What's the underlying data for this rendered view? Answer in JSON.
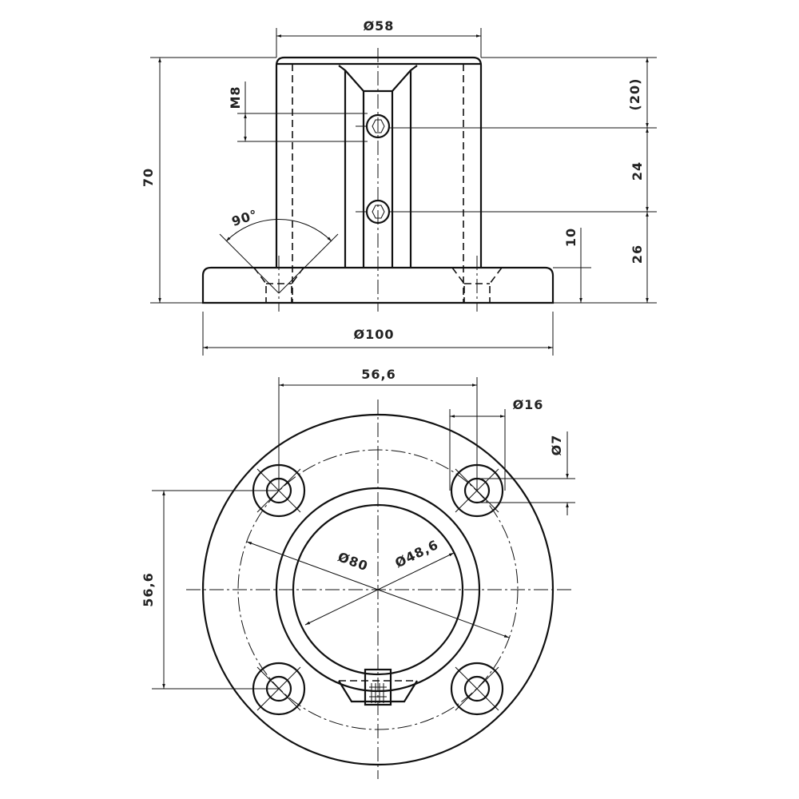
{
  "drawing": {
    "front_view": {
      "dim_tube_diameter": "Ø58",
      "dim_height": "70",
      "dim_thread": "M8",
      "dim_angle": "90°",
      "dim_top_offset": "(20)",
      "dim_screw_spacing": "24",
      "dim_bottom_offset": "26",
      "dim_flange_thickness": "10",
      "dim_flange_diameter": "Ø100"
    },
    "plan_view": {
      "dim_hole_spacing_x": "56,6",
      "dim_counterbore": "Ø16",
      "dim_hole": "Ø7",
      "dim_hole_spacing_y": "56,6",
      "dim_bolt_circle": "Ø80",
      "dim_bore": "Ø48,6"
    }
  }
}
